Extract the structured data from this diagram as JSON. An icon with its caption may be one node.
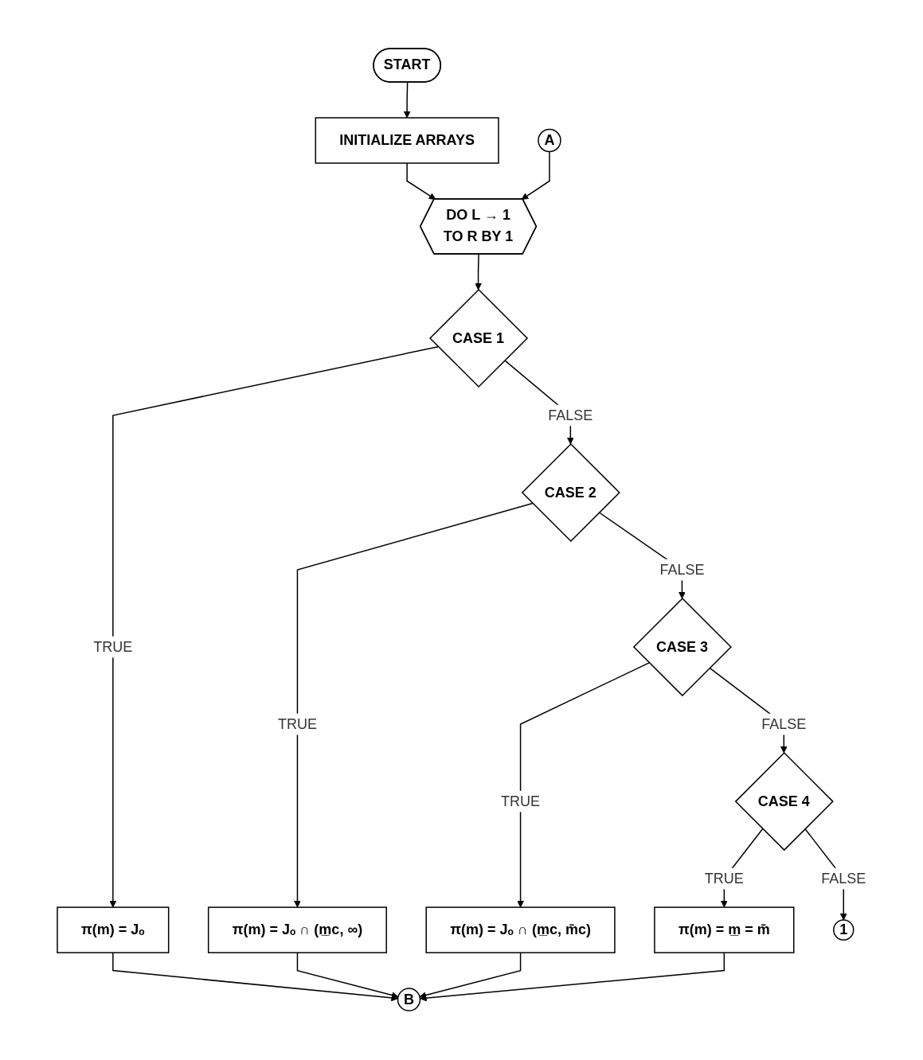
{
  "diagram": {
    "nodes": [
      {
        "text": [
          "START"
        ]
      },
      {
        "text": [
          "INITIALIZE ARRAYS"
        ]
      },
      {
        "text": [
          "DO L → 1",
          "TO R BY 1"
        ]
      },
      {
        "text": [
          "CASE 1"
        ]
      },
      {
        "text": [
          "π(m) = Jₒ"
        ]
      },
      {
        "text": [
          "CASE 2"
        ]
      },
      {
        "text": [
          "π(m) = Jₒ ∩ (m̲c, ∞)"
        ]
      },
      {
        "text": [
          "CASE 3"
        ]
      },
      {
        "text": [
          "π(m) = Jₒ ∩ (m̲c, m̄c)"
        ]
      },
      {
        "text": [
          "CASE 4"
        ]
      },
      {
        "text": [
          "π(m) = m̲ = m̄"
        ]
      },
      {
        "text": [
          "A"
        ]
      },
      {
        "text": [
          "1"
        ]
      },
      {
        "text": [
          "B"
        ]
      }
    ],
    "edges": [
      {
        "from": 0,
        "to": 1,
        "arrow": "to"
      },
      {
        "from": 1,
        "to": 2,
        "arrow": "to"
      },
      {
        "from": 11,
        "to": 2,
        "arrow": "to"
      },
      {
        "from": 2,
        "to": 3,
        "arrow": "to"
      },
      {
        "from": 3,
        "to": 4,
        "arrow": "to",
        "label": "TRUE"
      },
      {
        "from": 3,
        "to": 5,
        "arrow": "to",
        "label": "FALSE"
      },
      {
        "from": 5,
        "to": 6,
        "arrow": "to",
        "label": "TRUE"
      },
      {
        "from": 5,
        "to": 7,
        "arrow": "to",
        "label": "FALSE"
      },
      {
        "from": 7,
        "to": 8,
        "arrow": "to",
        "label": "TRUE"
      },
      {
        "from": 7,
        "to": 9,
        "arrow": "to",
        "label": "FALSE"
      },
      {
        "from": 9,
        "to": 10,
        "arrow": "to",
        "label": "TRUE"
      },
      {
        "from": 9,
        "to": 12,
        "arrow": "to",
        "label": "FALSE"
      },
      {
        "from": 4,
        "to": 13,
        "arrow": "to"
      },
      {
        "from": 6,
        "to": 13,
        "arrow": "to"
      },
      {
        "from": 8,
        "to": 13,
        "arrow": "to"
      },
      {
        "from": 10,
        "to": 13,
        "arrow": "to"
      }
    ]
  }
}
